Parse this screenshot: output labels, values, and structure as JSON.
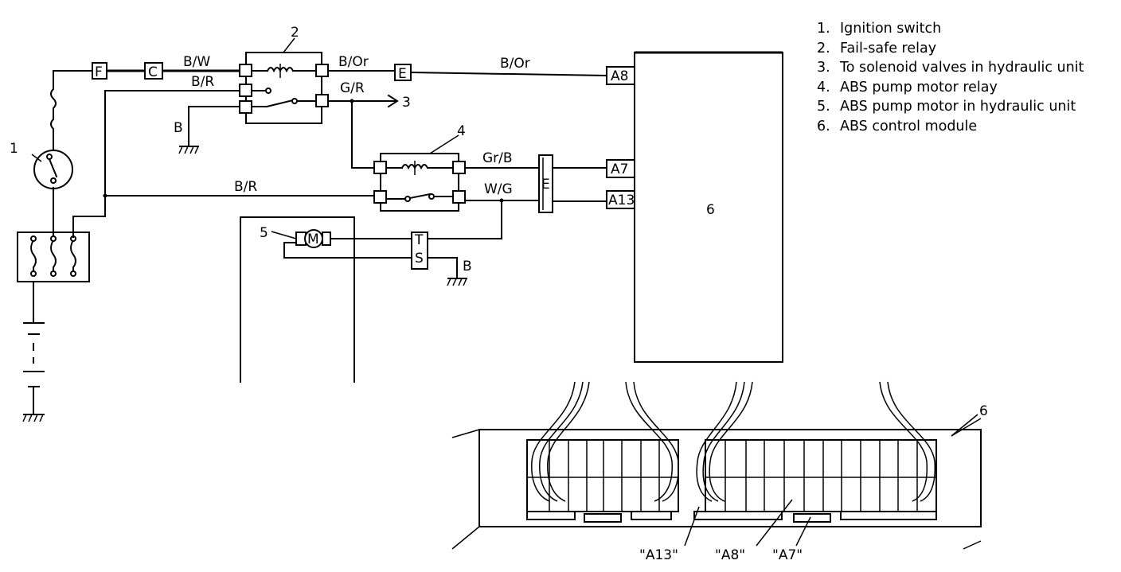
{
  "legend": [
    {
      "num": "1.",
      "text": "Ignition switch"
    },
    {
      "num": "2.",
      "text": "Fail-safe relay"
    },
    {
      "num": "3.",
      "text": "To solenoid valves in hydraulic unit"
    },
    {
      "num": "4.",
      "text": "ABS pump motor relay"
    },
    {
      "num": "5.",
      "text": "ABS pump motor in hydraulic unit"
    },
    {
      "num": "6.",
      "text": "ABS control module"
    }
  ],
  "wires": {
    "bw": "B/W",
    "br_top": "B/R",
    "bor_left": "B/Or",
    "bor_right": "B/Or",
    "gr": "G/R",
    "b_ground_relay": "B",
    "grb": "Gr/B",
    "wg": "W/G",
    "br_mid": "B/R",
    "b_ground_motor": "B"
  },
  "connectors": {
    "f": "F",
    "c": "C",
    "e_top": "E",
    "e_mid": "E",
    "a8": "A8",
    "a7": "A7",
    "a13": "A13",
    "t": "T",
    "s": "S",
    "m": "M"
  },
  "callouts": {
    "n1": "1",
    "n2": "2",
    "n3": "3",
    "n4": "4",
    "n5": "5",
    "n6_module": "6",
    "n6_view": "6"
  },
  "pin_labels": {
    "a13": "\"A13\"",
    "a8": "\"A8\"",
    "a7": "\"A7\""
  }
}
